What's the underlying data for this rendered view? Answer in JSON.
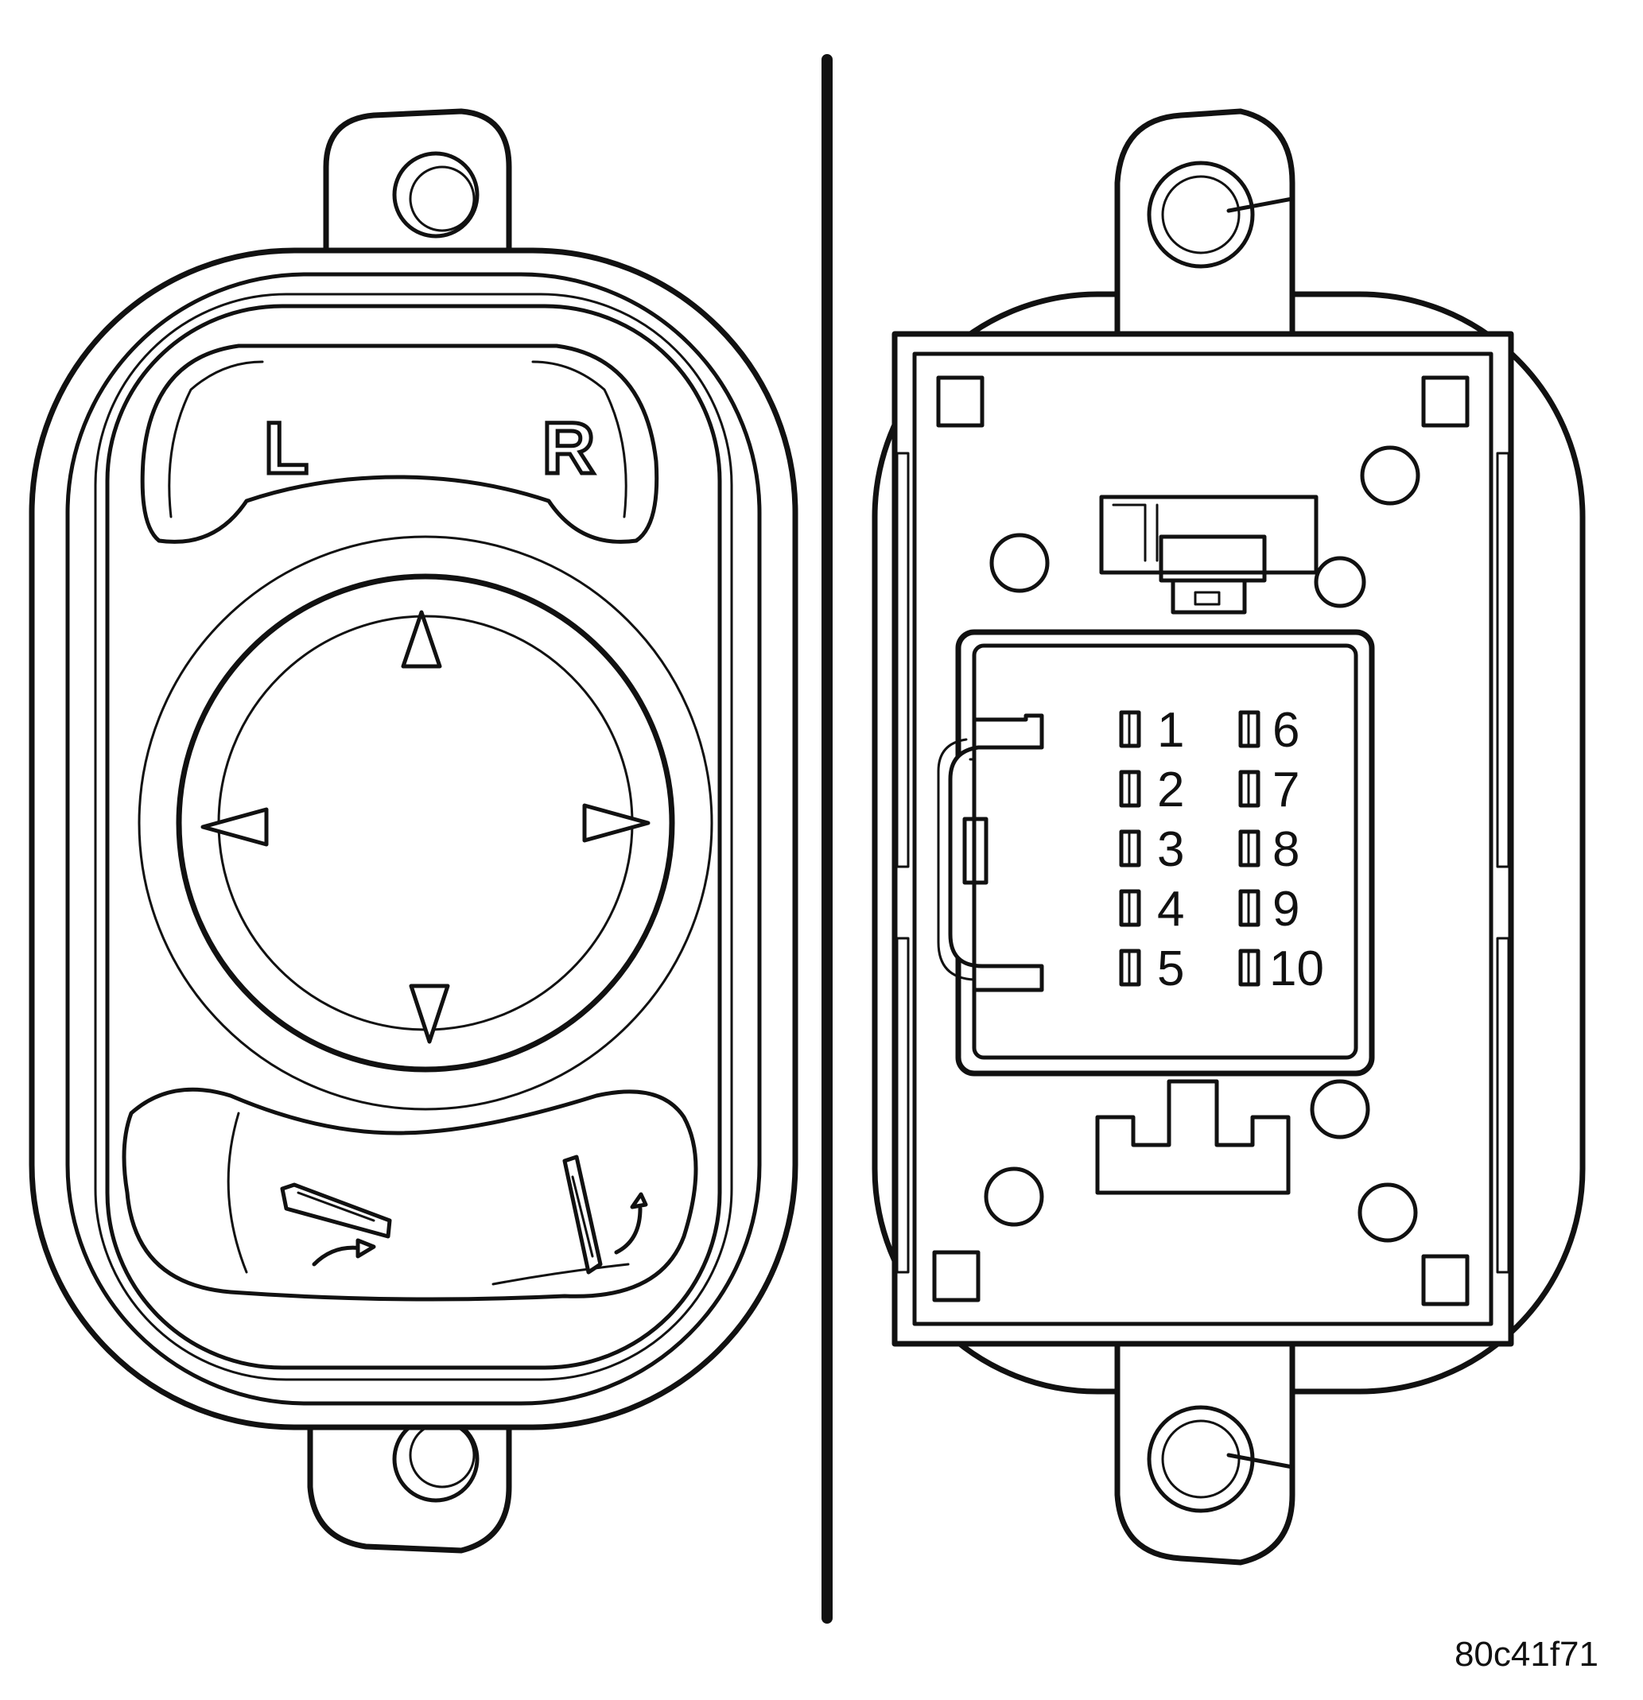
{
  "left_view": {
    "mirror_select": {
      "left": "L",
      "right": "R"
    },
    "arrows": [
      "up",
      "left",
      "right",
      "down"
    ],
    "fold_icons": [
      "fold-out-icon",
      "fold-in-icon"
    ]
  },
  "right_view": {
    "connector_pins": [
      {
        "label": "1"
      },
      {
        "label": "2"
      },
      {
        "label": "3"
      },
      {
        "label": "4"
      },
      {
        "label": "5"
      },
      {
        "label": "6"
      },
      {
        "label": "7"
      },
      {
        "label": "8"
      },
      {
        "label": "9"
      },
      {
        "label": "10"
      }
    ]
  },
  "reference_code": "80c41f71"
}
